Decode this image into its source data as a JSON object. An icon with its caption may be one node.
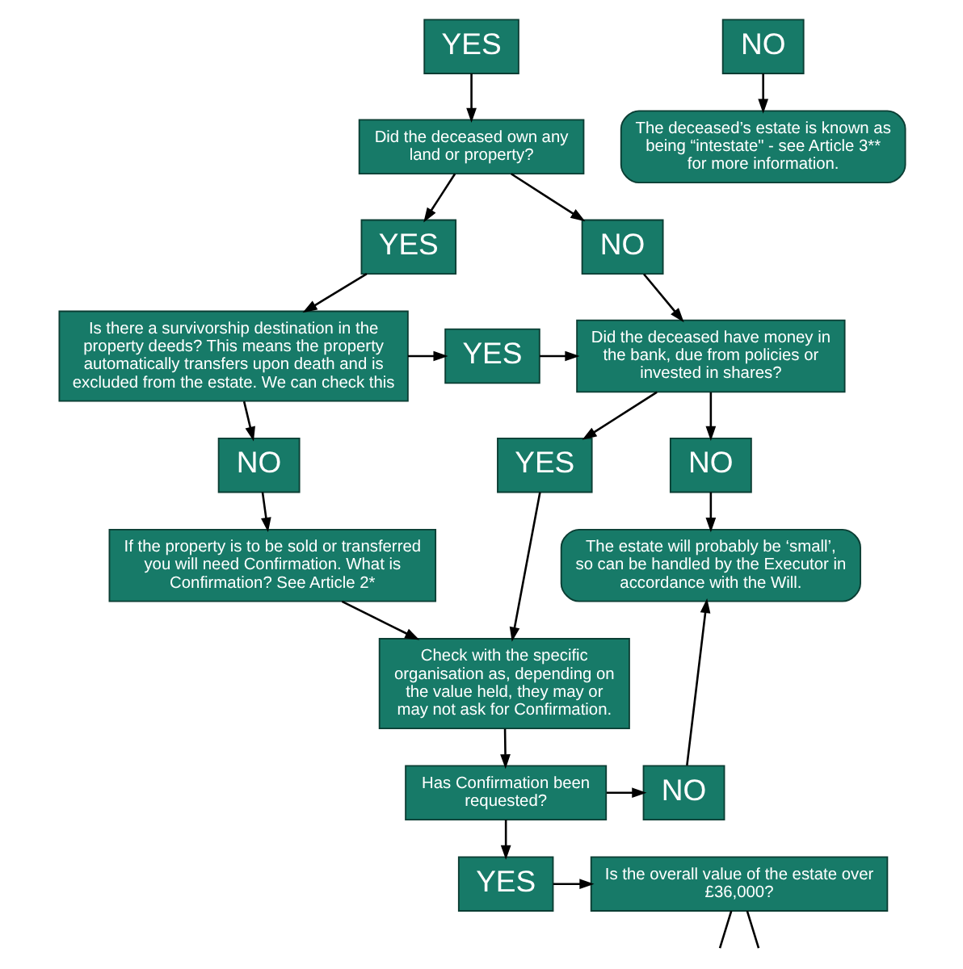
{
  "diagram": {
    "nodes": [
      {
        "text": [
          "YES"
        ]
      },
      {
        "text": [
          "NO"
        ]
      },
      {
        "text": [
          "Did the deceased own any land or property?"
        ]
      },
      {
        "text": [
          "The deceased’s estate is known as being “intestate\" - see Article 3** for more information."
        ]
      },
      {
        "text": [
          "YES"
        ]
      },
      {
        "text": [
          "NO"
        ]
      },
      {
        "text": [
          "Is there a survivorship destination in the property deeds? This means the property automatically transfers upon death and is excluded from the estate. We can check this"
        ]
      },
      {
        "text": [
          "YES"
        ]
      },
      {
        "text": [
          "Did the deceased have money in the bank, due from policies or invested in shares?"
        ]
      },
      {
        "text": [
          "NO"
        ]
      },
      {
        "text": [
          "YES"
        ]
      },
      {
        "text": [
          "NO"
        ]
      },
      {
        "text": [
          "If the property is to be sold or transferred you will need Confirmation. What is Confirmation? See Article 2*"
        ]
      },
      {
        "text": [
          "The estate will probably be ‘small’, so can be handled by the Executor in accordance with the Will."
        ]
      },
      {
        "text": [
          "Check with the specific organisation as, depending on the value held, they may or may not ask for Confirmation."
        ]
      },
      {
        "text": [
          "Has Confirmation been requested?"
        ]
      },
      {
        "text": [
          "NO"
        ]
      },
      {
        "text": [
          "YES"
        ]
      },
      {
        "text": [
          "Is the overall value of the estate over £36,000?"
        ]
      }
    ],
    "edges": [
      {
        "from": 0,
        "to": 2,
        "arrow": "to"
      },
      {
        "from": 1,
        "to": 3,
        "arrow": "to"
      },
      {
        "from": 2,
        "to": 4,
        "arrow": "to"
      },
      {
        "from": 2,
        "to": 5,
        "arrow": "to"
      },
      {
        "from": 4,
        "to": 6,
        "arrow": "to"
      },
      {
        "from": 5,
        "to": 8,
        "arrow": "to"
      },
      {
        "from": 6,
        "to": 7,
        "arrow": "to"
      },
      {
        "from": 7,
        "to": 8,
        "arrow": "to"
      },
      {
        "from": 6,
        "to": 9,
        "arrow": "to"
      },
      {
        "from": 8,
        "to": 10,
        "arrow": "to"
      },
      {
        "from": 8,
        "to": 11,
        "arrow": "to"
      },
      {
        "from": 9,
        "to": 12,
        "arrow": "to"
      },
      {
        "from": 11,
        "to": 13,
        "arrow": "to"
      },
      {
        "from": 10,
        "to": 14,
        "arrow": "to"
      },
      {
        "from": 12,
        "to": 14,
        "arrow": "to"
      },
      {
        "from": 14,
        "to": 15,
        "arrow": "to"
      },
      {
        "from": 15,
        "to": 16,
        "arrow": "to"
      },
      {
        "from": 16,
        "to": 13,
        "arrow": "to"
      },
      {
        "from": 15,
        "to": 17,
        "arrow": "to"
      },
      {
        "from": 17,
        "to": 18,
        "arrow": "to"
      },
      {
        "from": 18,
        "to": null,
        "arrow": "none"
      },
      {
        "from": 18,
        "to": null,
        "arrow": "none"
      }
    ]
  }
}
